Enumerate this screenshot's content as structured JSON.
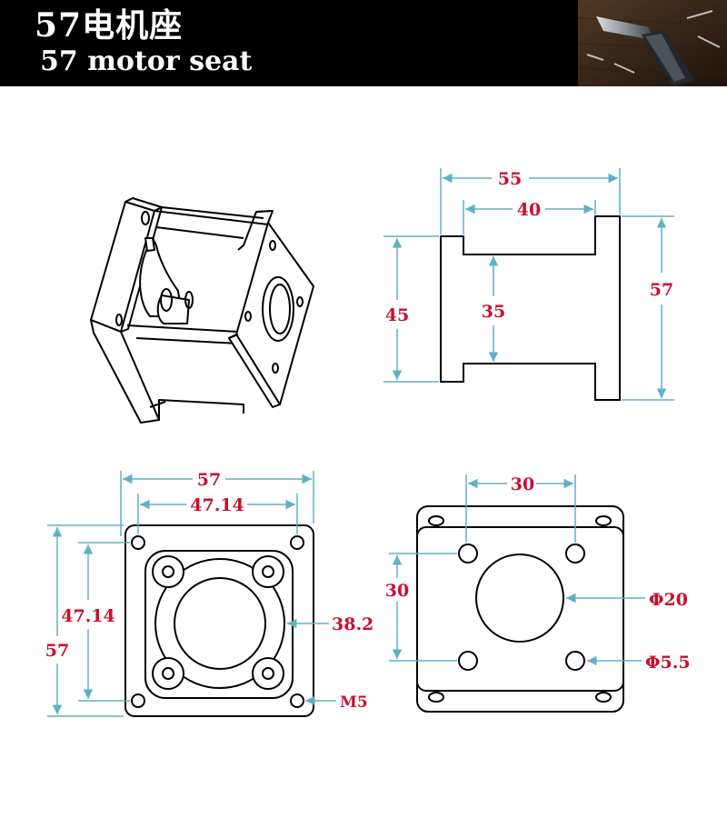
{
  "header": {
    "title_cn": "57电机座",
    "title_en": "57 motor seat",
    "photo_icon": "hammer-photo-icon"
  },
  "colors": {
    "header_bg": "#000000",
    "line": "#000000",
    "dimension_line": "#5fb0c4",
    "dimension_text": "#c8102e"
  },
  "side_view": {
    "width_55": "55",
    "width_40": "40",
    "height_45": "45",
    "height_35": "35",
    "height_57": "57"
  },
  "front_view": {
    "width_57": "57",
    "hole_spacing_horizontal": "47.14",
    "hole_spacing_vertical": "47.14",
    "height_57": "57",
    "bore_diameter": "38.2",
    "mount_screw": "M5"
  },
  "back_view": {
    "hole_spacing_horizontal": "30",
    "hole_spacing_vertical": "30",
    "center_hole_diameter": "Φ20",
    "small_hole_diameter": "Φ5.5"
  }
}
